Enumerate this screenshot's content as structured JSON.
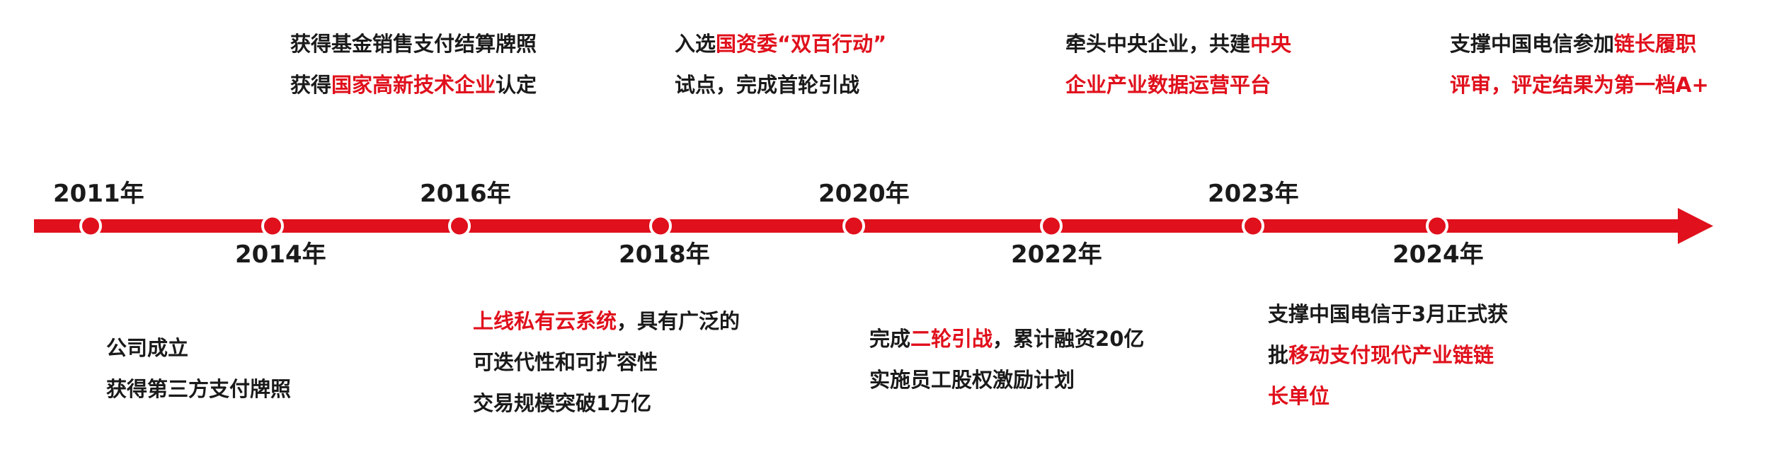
{
  "timeline": {
    "colors": {
      "accent": "#e0101c",
      "connector": "#c9d2ea",
      "text": "#1a1a1a"
    },
    "milestones": [
      {
        "year": "2011年",
        "lines": [
          [
            {
              "t": "公司成立",
              "hl": false
            }
          ],
          [
            {
              "t": "获得第三方支付牌照",
              "hl": false
            }
          ]
        ]
      },
      {
        "year": "2014年",
        "lines": [
          [
            {
              "t": "获得基金销售支付结算牌照",
              "hl": false
            }
          ],
          [
            {
              "t": "获得",
              "hl": false
            },
            {
              "t": "国家高新技术企业",
              "hl": true
            },
            {
              "t": "认定",
              "hl": false
            }
          ]
        ]
      },
      {
        "year": "2016年",
        "lines": [
          [
            {
              "t": "上线私有云系统",
              "hl": true
            },
            {
              "t": "，具有广泛的",
              "hl": false
            }
          ],
          [
            {
              "t": "可迭代性和可扩容性",
              "hl": false
            }
          ],
          [
            {
              "t": "交易规模突破1万亿",
              "hl": false
            }
          ]
        ]
      },
      {
        "year": "2018年",
        "lines": [
          [
            {
              "t": "入选",
              "hl": false
            },
            {
              "t": "国资委“双百行动”",
              "hl": true
            }
          ],
          [
            {
              "t": "试点，完成首轮引战",
              "hl": false
            }
          ]
        ]
      },
      {
        "year": "2020年",
        "lines": [
          [
            {
              "t": "完成",
              "hl": false
            },
            {
              "t": "二轮引战",
              "hl": true
            },
            {
              "t": "，累计融资20亿",
              "hl": false
            }
          ],
          [
            {
              "t": "实施员工股权激励计划",
              "hl": false
            }
          ]
        ]
      },
      {
        "year": "2022年",
        "lines": [
          [
            {
              "t": "牵头中央企业，共建",
              "hl": false
            },
            {
              "t": "中央",
              "hl": true
            }
          ],
          [
            {
              "t": "企业产业数据运营平台",
              "hl": true
            }
          ]
        ]
      },
      {
        "year": "2023年",
        "lines": [
          [
            {
              "t": "支撑中国电信于3月正式获",
              "hl": false
            }
          ],
          [
            {
              "t": "批",
              "hl": false
            },
            {
              "t": "移动支付现代产业链链",
              "hl": true
            }
          ],
          [
            {
              "t": "长单位",
              "hl": true
            }
          ]
        ]
      },
      {
        "year": "2024年",
        "lines": [
          [
            {
              "t": "支撑中国电信参加",
              "hl": false
            },
            {
              "t": "链长履职",
              "hl": true
            }
          ],
          [
            {
              "t": "评审，评定结果为第一档A+",
              "hl": true
            }
          ]
        ]
      }
    ]
  }
}
